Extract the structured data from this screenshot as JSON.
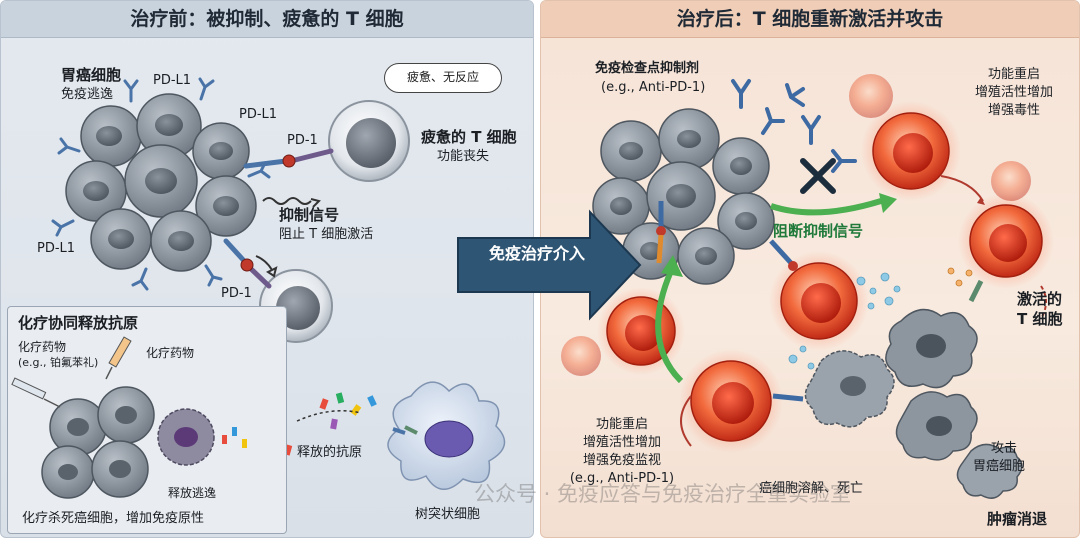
{
  "left_panel": {
    "title": "治疗前：被抑制、疲惫的 T 细胞",
    "tumor_label": "胃癌细胞",
    "tumor_sublabel": "免疫逃逸",
    "pdl1_label_1": "PD-L1",
    "pdl1_label_2": "PD-L1",
    "pdl1_label_3": "PD-L1",
    "pd1_label_1": "PD-1",
    "pd1_label_2": "PD-1",
    "bubble_text": "疲惫、无反应",
    "exhausted_label": "疲惫的 T 细胞",
    "exhausted_sublabel": "功能丧失",
    "inhibit_label": "抑制信号",
    "inhibit_sublabel": "阻止 T 细胞激活",
    "chemo_box_title": "化疗协同释放抗原",
    "chemo_drug_1": "化疗药物",
    "chemo_drug_1_eg": "(e.g., 铂氟苯礼)",
    "chemo_drug_2": "化疗药物",
    "release_escape": "释放逃逸",
    "chemo_kill": "化疗杀死癌细胞，增加免疫原性",
    "released_antigen": "释放的抗原",
    "dendritic_cell": "树突状细胞"
  },
  "center_arrow": {
    "label": "免疫治疗介入"
  },
  "right_panel": {
    "title": "治疗后：T 细胞重新激活并攻击",
    "checkpoint_label": "免疫检查点抑制剂",
    "checkpoint_eg": "(e.g., Anti-PD-1)",
    "restart_top_1": "功能重启",
    "restart_top_2": "增殖活性增加",
    "restart_top_3": "增强毒性",
    "block_signal": "阻断抑制信号",
    "activated_1": "激活的",
    "activated_2": "T 细胞",
    "restart_bottom_1": "功能重启",
    "restart_bottom_2": "增殖活性增加",
    "restart_bottom_3": "增强免疫监视",
    "restart_bottom_eg": "(e.g., Anti-PD-1)",
    "lysis": "癌细胞溶解、死亡",
    "attack_1": "攻击",
    "attack_2": "胃癌细胞",
    "regression": "肿瘤消退"
  },
  "watermark": "公众号 · 免疫应答与免疫治疗全重实验室",
  "colors": {
    "left_bg": "#e4e9ef",
    "right_bg": "#f6e3d6",
    "arrow_blue": "#2f5574",
    "tcell_red": "#e8402a",
    "tumor_gray": "#8c949e",
    "green_arrow": "#4caf50"
  }
}
